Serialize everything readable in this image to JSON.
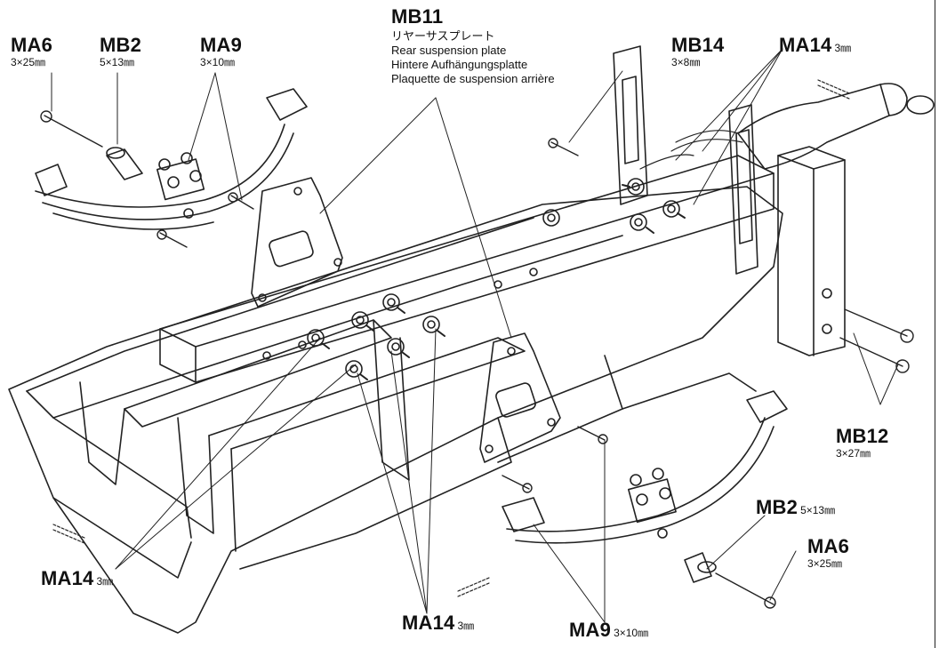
{
  "diagram": {
    "parts": {
      "mb11": {
        "code": "MB11",
        "jp": "リヤーサスプレート",
        "en": "Rear suspension plate",
        "de": "Hintere Aufhängungsplatte",
        "fr": "Plaquette de suspension arrière"
      },
      "ma6_left": {
        "code": "MA6",
        "size": "3×25㎜"
      },
      "mb2_left": {
        "code": "MB2",
        "size": "5×13㎜"
      },
      "ma9_left": {
        "code": "MA9",
        "size": "3×10㎜"
      },
      "mb14": {
        "code": "MB14",
        "size": "3×8㎜"
      },
      "ma14_top": {
        "code": "MA14",
        "size": "3㎜"
      },
      "mb12": {
        "code": "MB12",
        "size": "3×27㎜"
      },
      "mb2_right": {
        "code": "MB2",
        "size": "5×13㎜"
      },
      "ma6_right": {
        "code": "MA6",
        "size": "3×25㎜"
      },
      "ma14_left": {
        "code": "MA14",
        "size": "3㎜"
      },
      "ma14_bottom": {
        "code": "MA14",
        "size": "3㎜"
      },
      "ma9_bottom": {
        "code": "MA9",
        "size": "3×10㎜"
      }
    }
  }
}
